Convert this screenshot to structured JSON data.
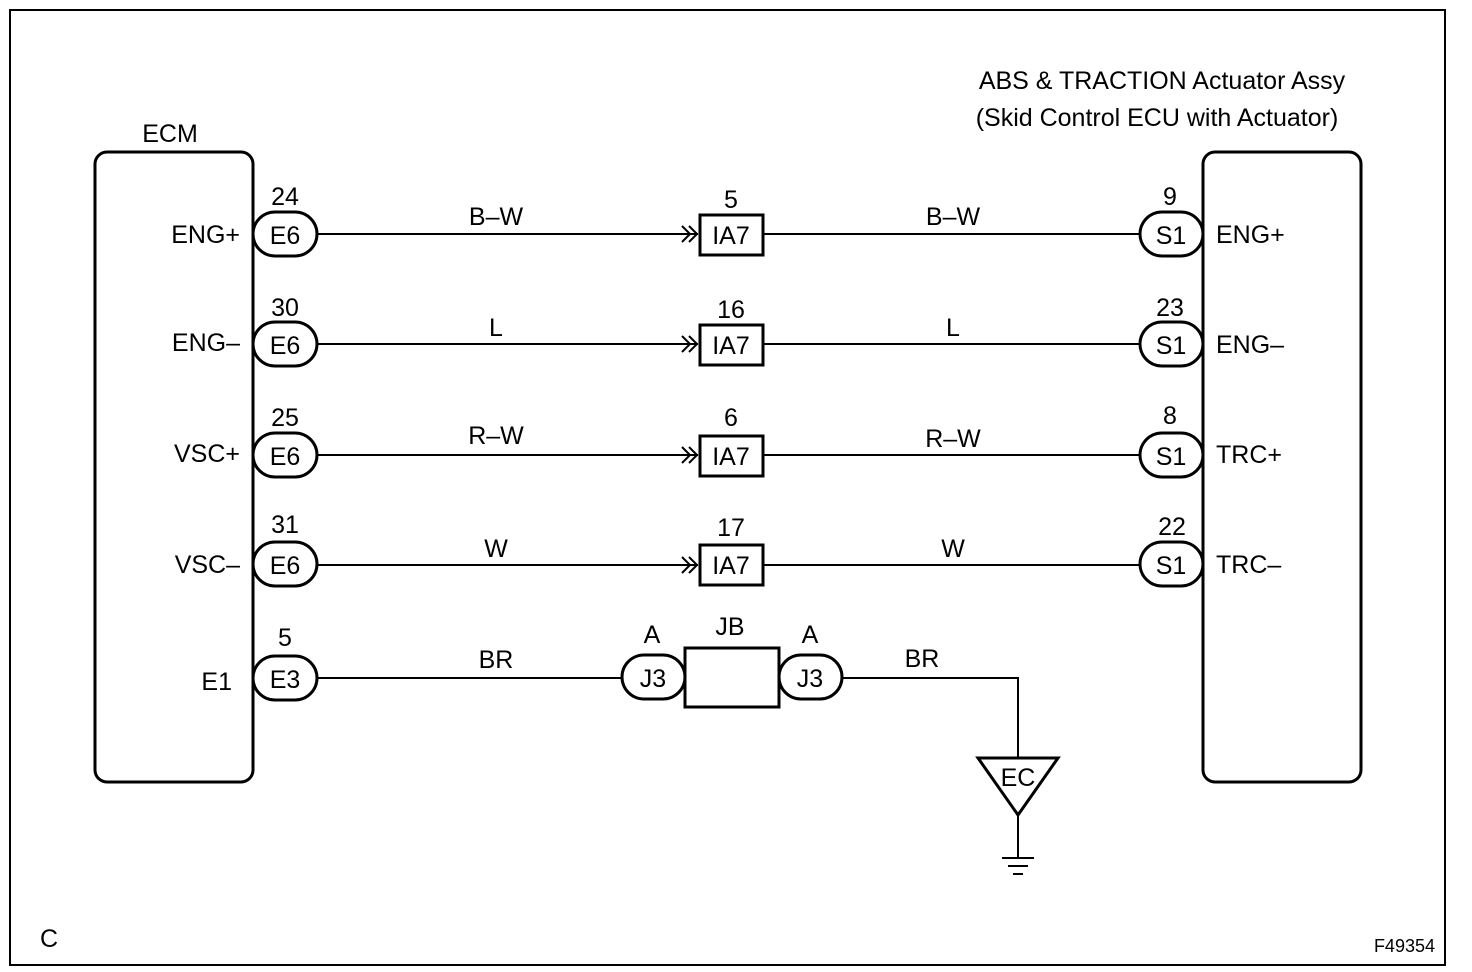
{
  "diagram": {
    "ecm": {
      "title": "ECM",
      "terminals": [
        {
          "name": "ENG+",
          "pin": "24",
          "connector": "E6"
        },
        {
          "name": "ENG–",
          "pin": "30",
          "connector": "E6"
        },
        {
          "name": "VSC+",
          "pin": "25",
          "connector": "E6"
        },
        {
          "name": "VSC–",
          "pin": "31",
          "connector": "E6"
        },
        {
          "name": "E1",
          "pin": "5",
          "connector": "E3"
        }
      ]
    },
    "actuator": {
      "title_line1": "ABS & TRACTION Actuator Assy",
      "title_line2": "(Skid Control ECU with Actuator)",
      "terminals": [
        {
          "name": "ENG+",
          "pin": "9",
          "connector": "S1"
        },
        {
          "name": "ENG–",
          "pin": "23",
          "connector": "S1"
        },
        {
          "name": "TRC+",
          "pin": "8",
          "connector": "S1"
        },
        {
          "name": "TRC–",
          "pin": "22",
          "connector": "S1"
        }
      ]
    },
    "inline_connectors": [
      {
        "pin": "5",
        "connector": "IA7",
        "wire_left": "B–W",
        "wire_right": "B–W"
      },
      {
        "pin": "16",
        "connector": "IA7",
        "wire_left": "L",
        "wire_right": "L"
      },
      {
        "pin": "6",
        "connector": "IA7",
        "wire_left": "R–W",
        "wire_right": "R–W"
      },
      {
        "pin": "17",
        "connector": "IA7",
        "wire_left": "W",
        "wire_right": "W"
      }
    ],
    "junction": {
      "title": "JB",
      "left": {
        "pin": "A",
        "connector": "J3"
      },
      "right": {
        "pin": "A",
        "connector": "J3"
      },
      "wire_left": "BR",
      "wire_right": "BR"
    },
    "ground": {
      "label": "EC"
    },
    "corner_code": "C",
    "figure_code": "F49354"
  }
}
